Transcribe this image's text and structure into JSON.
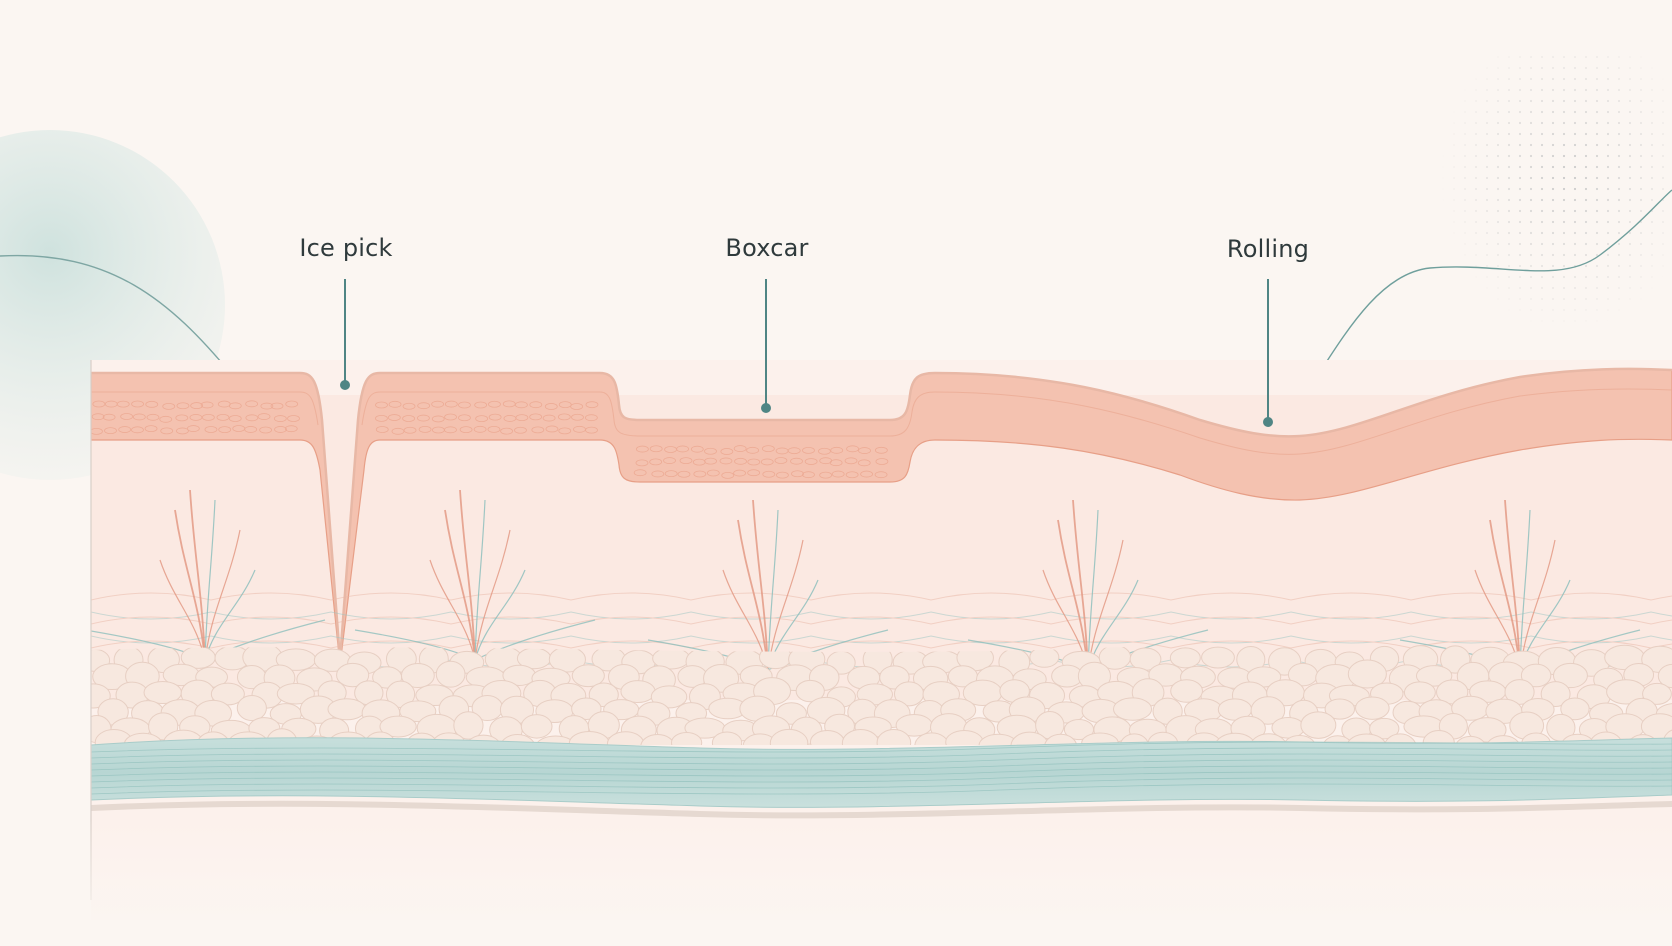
{
  "diagram": {
    "labels": {
      "ice_pick": "Ice pick",
      "boxcar": "Boxcar",
      "rolling": "Rolling"
    },
    "colors": {
      "background": "#fbf6f2",
      "epidermis": "#f2b6a0",
      "dermis": "#fbeae3",
      "fat_cells": "#f6e6dc",
      "fascia": "#bcd8d5",
      "callout": "#4f8584",
      "vessel_red": "#e39a85",
      "vessel_teal": "#8ebfbd"
    }
  }
}
